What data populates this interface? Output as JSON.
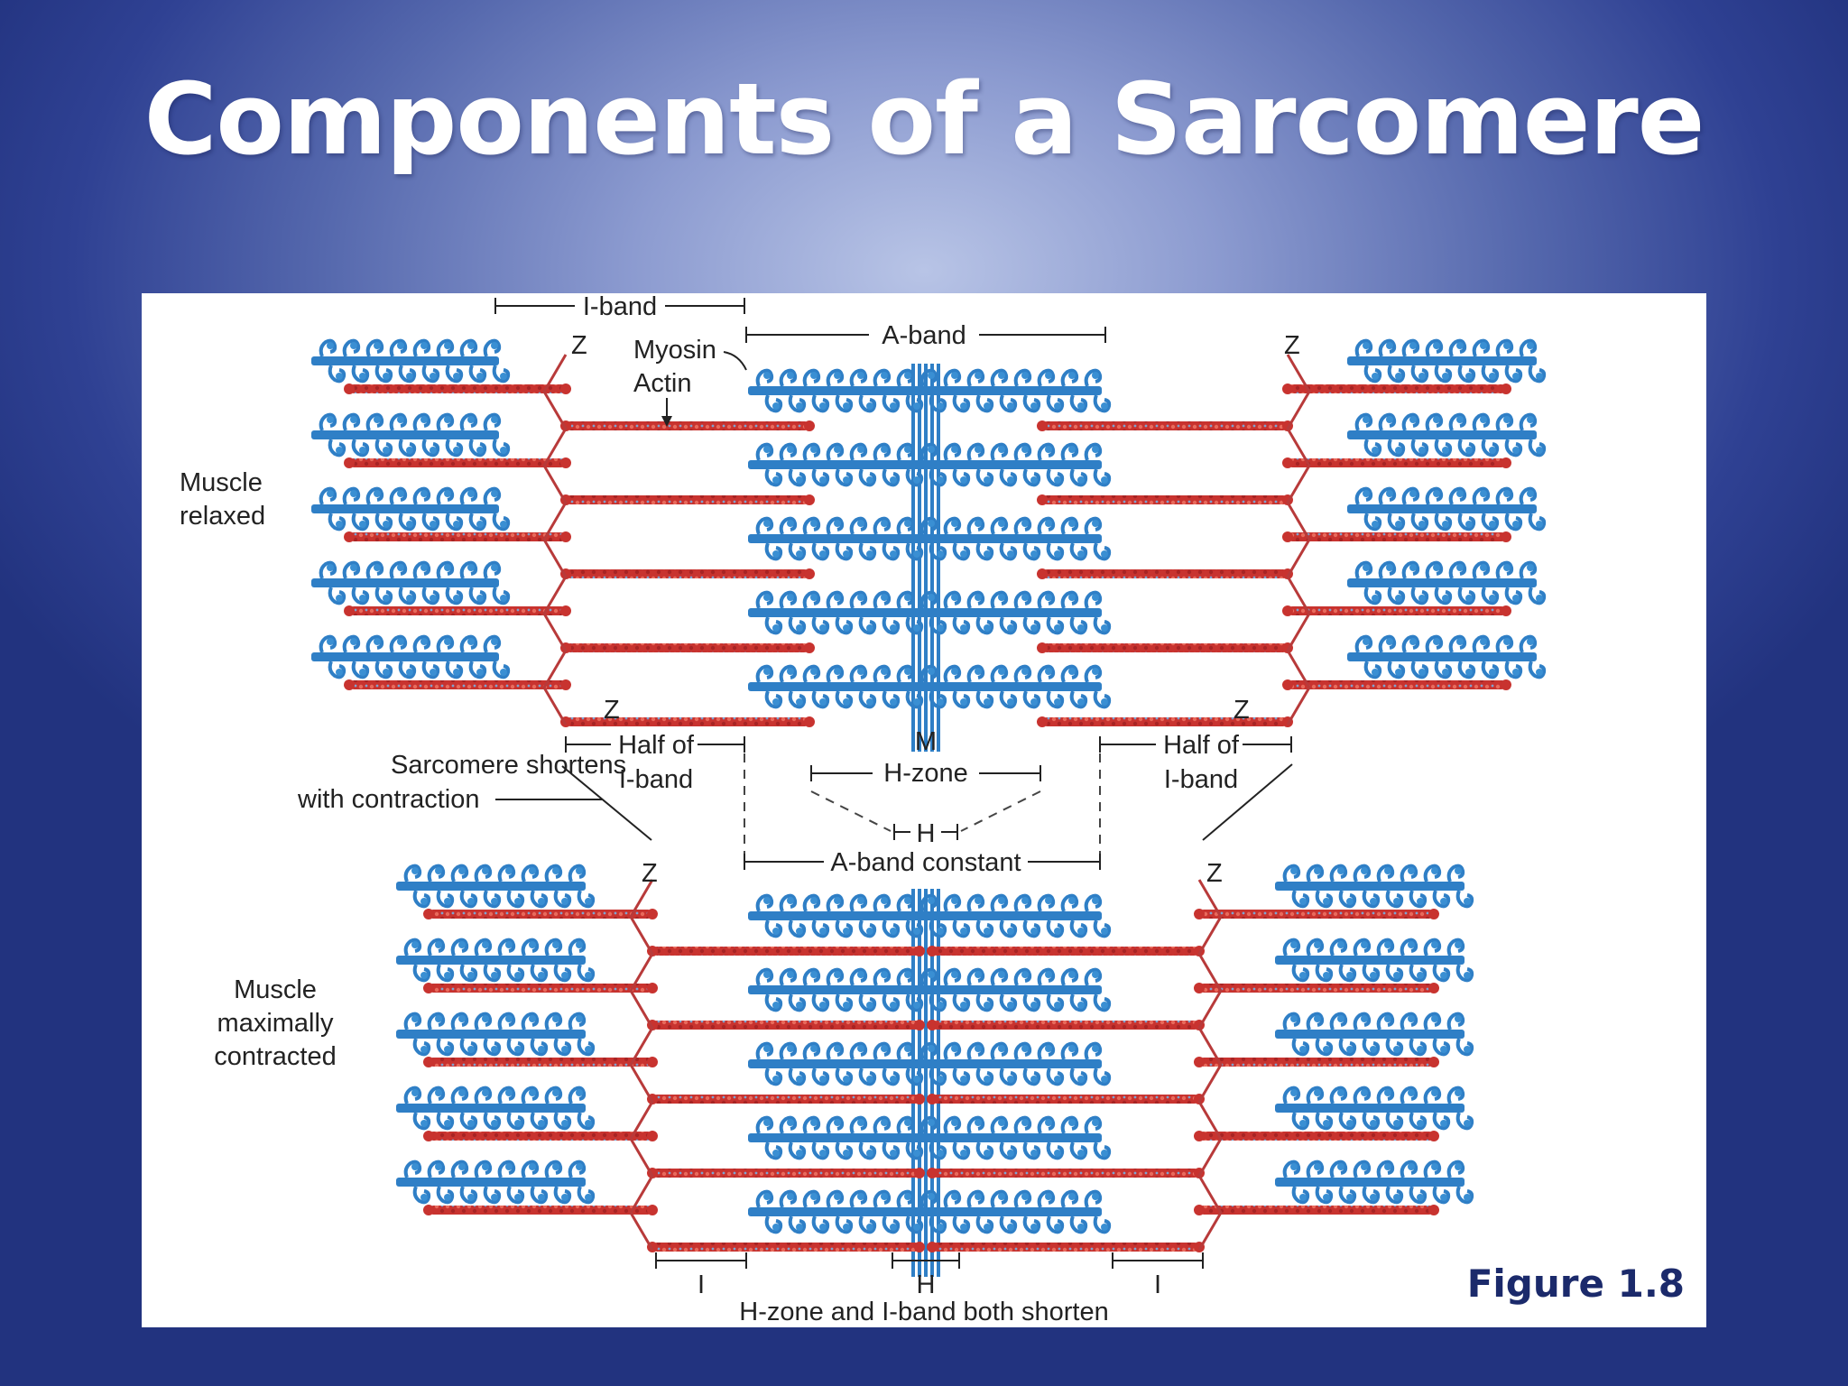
{
  "slide": {
    "title": "Components of a Sarcomere"
  },
  "figure": {
    "caption": "Figure 1.8",
    "relaxed_labels": {
      "i_band": "I-band",
      "a_band": "A-band",
      "z_top_left": "Z",
      "z_top_right": "Z",
      "z_bottom_left": "Z",
      "z_bottom_right": "Z",
      "myosin": "Myosin",
      "actin": "Actin",
      "state_line1": "Muscle",
      "state_line2": "relaxed",
      "m_line": "M"
    },
    "middle_labels": {
      "half_i_left_1": "Half of",
      "half_i_left_2": "I-band",
      "half_i_right_1": "Half of",
      "half_i_right_2": "I-band",
      "h_zone": "H-zone",
      "h": "H",
      "a_band_constant": "A-band constant",
      "shortens_1": "Sarcomere shortens",
      "shortens_2": "with contraction"
    },
    "contracted_labels": {
      "z_left": "Z",
      "z_right": "Z",
      "state_line1": "Muscle",
      "state_line2": "maximally",
      "state_line3": "contracted",
      "i_left": "I",
      "h": "H",
      "i_right": "I",
      "footer": "H-zone and I-band both shorten"
    },
    "colors": {
      "myosin": "#2f7fc6",
      "myosin_heads": "#3a8fd3",
      "actin": "#c8332f",
      "actin_highlight": "#e86a5c",
      "z_disc": "#b83a3a",
      "m_line": "#2f7fc6"
    }
  }
}
